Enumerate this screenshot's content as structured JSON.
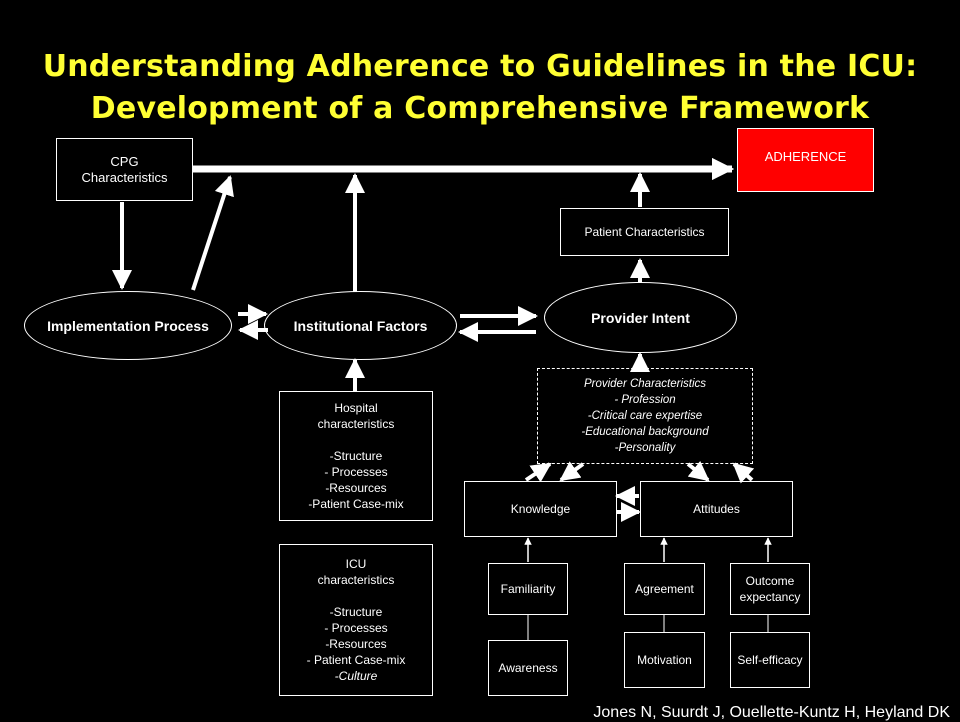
{
  "title": {
    "line1": "Understanding Adherence to Guidelines in the ICU:",
    "line2": "Development of a Comprehensive Framework"
  },
  "nodes": {
    "cpg": {
      "line1": "CPG",
      "line2": "Characteristics"
    },
    "adherence": "ADHERENCE",
    "patient": "Patient Characteristics",
    "implementation": "Implementation Process",
    "institutional": "Institutional Factors",
    "intent": "Provider Intent",
    "provider_chars": {
      "heading": "Provider Characteristics",
      "items": [
        "- Profession",
        "-Critical care expertise",
        "-Educational background",
        "-Personality"
      ]
    },
    "hospital": {
      "heading1": "Hospital",
      "heading2": "characteristics",
      "items": [
        "-Structure",
        "- Processes",
        "-Resources",
        "-Patient Case-mix"
      ]
    },
    "icu": {
      "heading1": "ICU",
      "heading2": "characteristics",
      "items": [
        "-Structure",
        "- Processes",
        "-Resources",
        "- Patient Case-mix",
        "-Culture"
      ]
    },
    "knowledge": "Knowledge",
    "attitudes": "Attitudes",
    "familiarity": "Familiarity",
    "awareness": "Awareness",
    "agreement": "Agreement",
    "motivation": "Motivation",
    "outcome": {
      "line1": "Outcome",
      "line2": "expectancy"
    },
    "self_efficacy": "Self-efficacy"
  },
  "citation": "Jones N, Suurdt J, Ouellette-Kuntz H, Heyland DK"
}
